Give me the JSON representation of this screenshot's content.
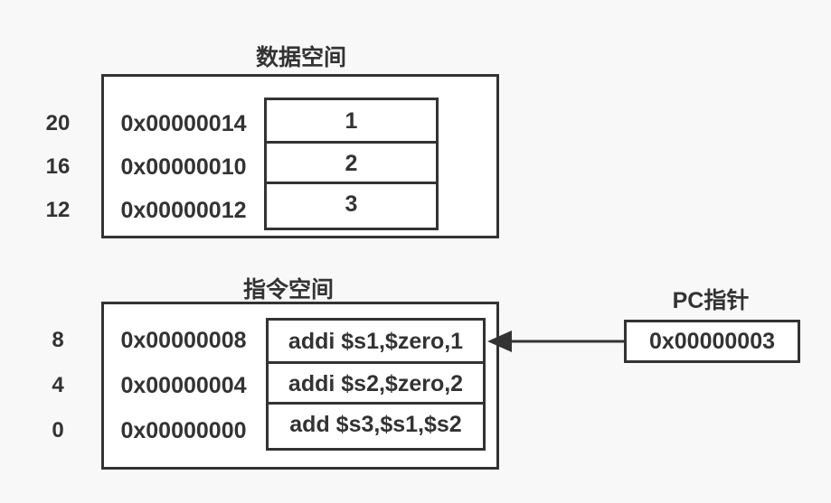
{
  "colors": {
    "background": "#f8f8f8",
    "box_fill": "#ffffff",
    "line": "#333333",
    "text": "#333333"
  },
  "data_space": {
    "title": "数据空间",
    "rows": [
      {
        "offset": "20",
        "address": "0x00000014",
        "value": "1"
      },
      {
        "offset": "16",
        "address": "0x00000010",
        "value": "2"
      },
      {
        "offset": "12",
        "address": "0x00000012",
        "value": "3"
      }
    ]
  },
  "instruction_space": {
    "title": "指令空间",
    "rows": [
      {
        "offset": "8",
        "address": "0x00000008",
        "instruction": "addi $s1,$zero,1"
      },
      {
        "offset": "4",
        "address": "0x00000004",
        "instruction": "addi $s2,$zero,2"
      },
      {
        "offset": "0",
        "address": "0x00000000",
        "instruction": "add $s3,$s1,$s2"
      }
    ]
  },
  "pc_pointer": {
    "title": "PC指针",
    "value": "0x00000003"
  }
}
